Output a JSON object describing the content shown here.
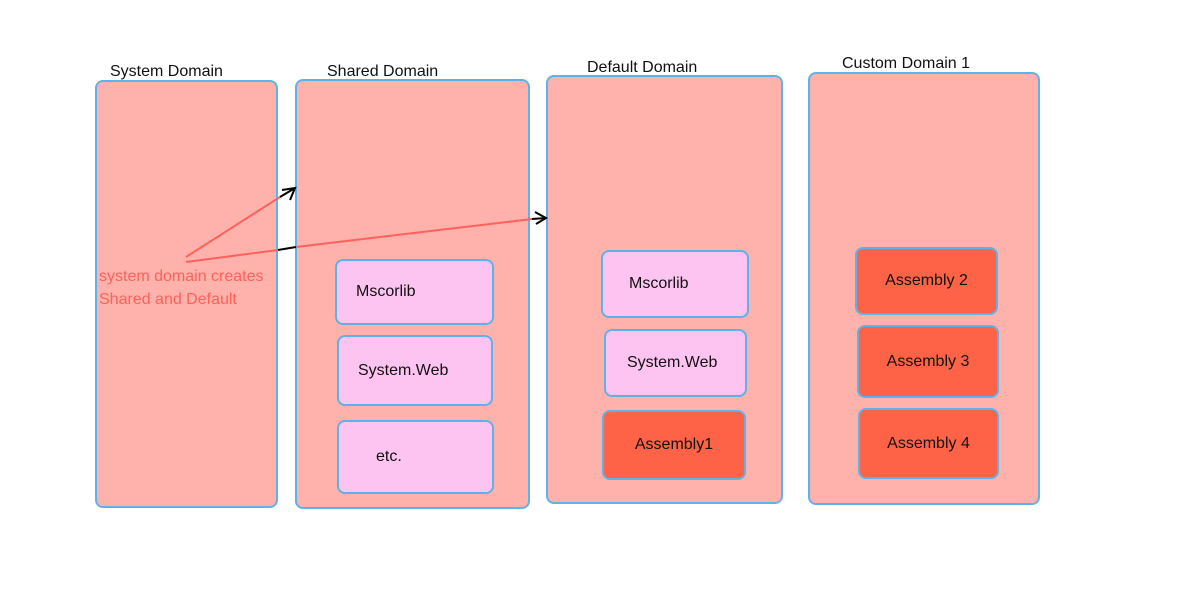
{
  "domains": {
    "system": {
      "title": "System Domain"
    },
    "shared": {
      "title": "Shared Domain"
    },
    "default": {
      "title": "Default Domain"
    },
    "custom": {
      "title": "Custom Domain 1"
    }
  },
  "shared_assemblies": [
    "Mscorlib",
    "System.Web",
    "etc."
  ],
  "default_assemblies": [
    "Mscorlib",
    "System.Web",
    "Assembly1"
  ],
  "custom_assemblies": [
    "Assembly 2",
    "Assembly 3",
    "Assembly 4"
  ],
  "annotation": {
    "line1": "system domain creates",
    "line2": "Shared and Default"
  },
  "colors": {
    "domain_fill": "#ffb1ac",
    "box_border": "#5eb2ea",
    "library_fill": "#fdc4f1",
    "app_assembly_fill": "#ff6347",
    "annotation_text": "#ff625a",
    "arrow_red": "#ff625a",
    "arrow_head": "#000000"
  }
}
